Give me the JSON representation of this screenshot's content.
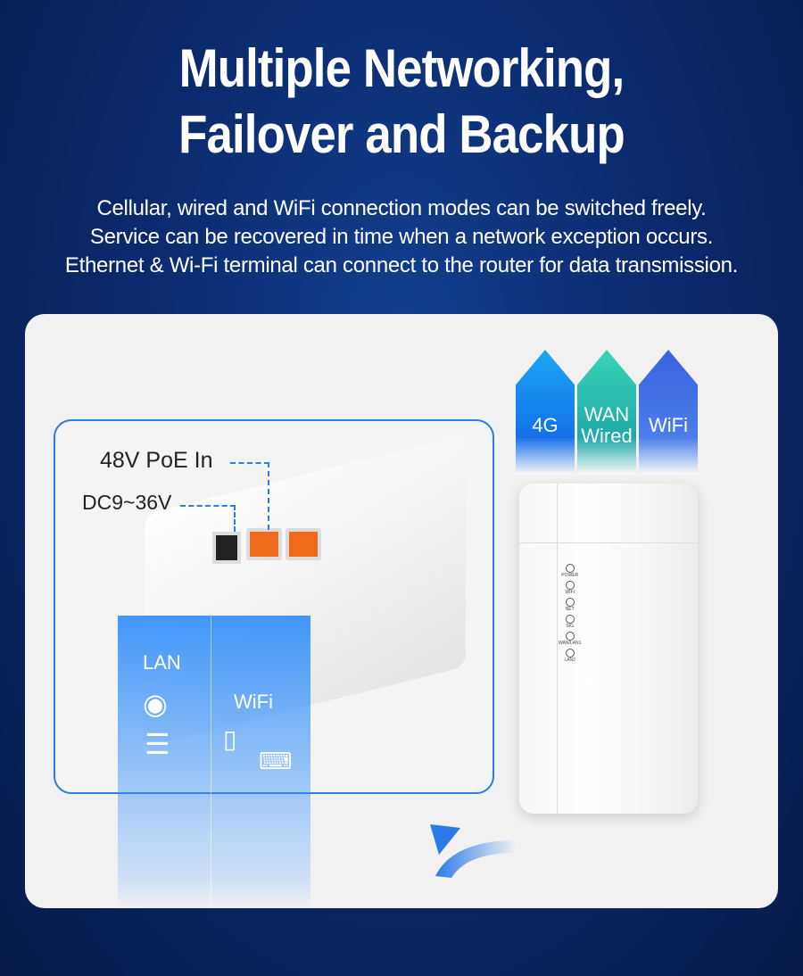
{
  "header": {
    "title_line1": "Multiple Networking,",
    "title_line2": "Failover and Backup",
    "subtitle": [
      "Cellular, wired and WiFi connection modes can be switched freely.",
      "Service can be recovered in time when a network exception occurs.",
      "Ethernet & Wi-Fi terminal can connect to the router for data transmission."
    ]
  },
  "device": {
    "poe_label": "48V PoE In",
    "dc_label": "DC9~36V",
    "lan_label": "LAN",
    "wifi_label": "WiFi"
  },
  "modes": [
    {
      "label": "4G",
      "color": "#1a8cf0"
    },
    {
      "label": "WAN",
      "label2": "Wired",
      "color": "#2cc4b0"
    },
    {
      "label": "WiFi",
      "color": "#3f6fe0"
    }
  ],
  "router_leds": [
    "POWER",
    "WIFI",
    "NET",
    "SIG",
    "WAN/LAN1",
    "LAN2"
  ]
}
